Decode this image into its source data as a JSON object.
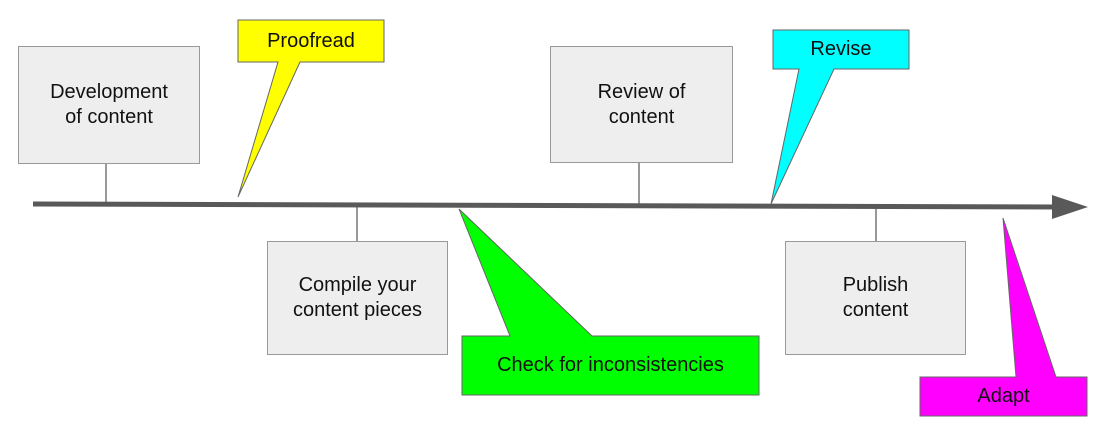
{
  "steps": {
    "development": "Development\nof content",
    "compile": "Compile your\ncontent pieces",
    "review": "Review of\ncontent",
    "publish": "Publish\ncontent"
  },
  "callouts": {
    "proofread": {
      "label": "Proofread",
      "color": "#ffff00"
    },
    "revise": {
      "label": "Revise",
      "color": "#00ffff"
    },
    "check": {
      "label": "Check for inconsistencies",
      "color": "#00ff00"
    },
    "adapt": {
      "label": "Adapt",
      "color": "#ff00ff"
    }
  },
  "colors": {
    "timeline": "#595959",
    "box_fill": "#eeeeee",
    "box_border": "#999999",
    "connector": "#777777"
  }
}
